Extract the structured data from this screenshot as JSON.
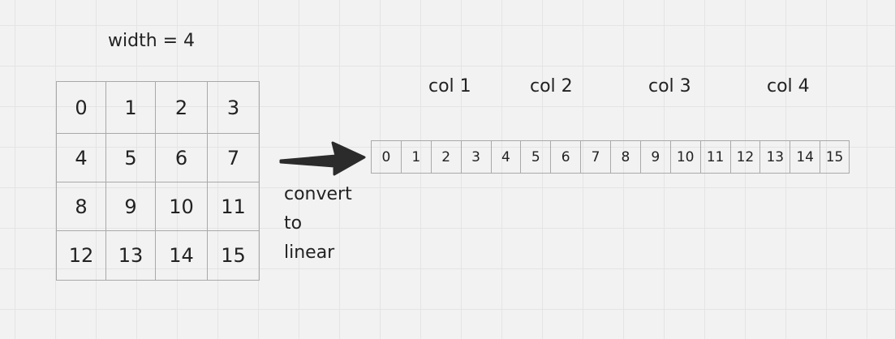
{
  "diagram": {
    "title": "width = 4",
    "grid": [
      [
        "0",
        "1",
        "2",
        "3"
      ],
      [
        "4",
        "5",
        "6",
        "7"
      ],
      [
        "8",
        "9",
        "10",
        "11"
      ],
      [
        "12",
        "13",
        "14",
        "15"
      ]
    ],
    "column_labels": [
      "col 1",
      "col 2",
      "col 3",
      "col 4"
    ],
    "linear": [
      "0",
      "1",
      "2",
      "3",
      "4",
      "5",
      "6",
      "7",
      "8",
      "9",
      "10",
      "11",
      "12",
      "13",
      "14",
      "15"
    ],
    "caption_lines": [
      "convert",
      "to",
      "linear"
    ],
    "colors": {
      "background": "#f2f2f2",
      "grid_lines": "#e4e4e4",
      "cell_border": "#a9a9a9",
      "arrow": "#2b2b2b",
      "text": "#222222"
    },
    "arrow_icon": "right-arrow-icon"
  }
}
